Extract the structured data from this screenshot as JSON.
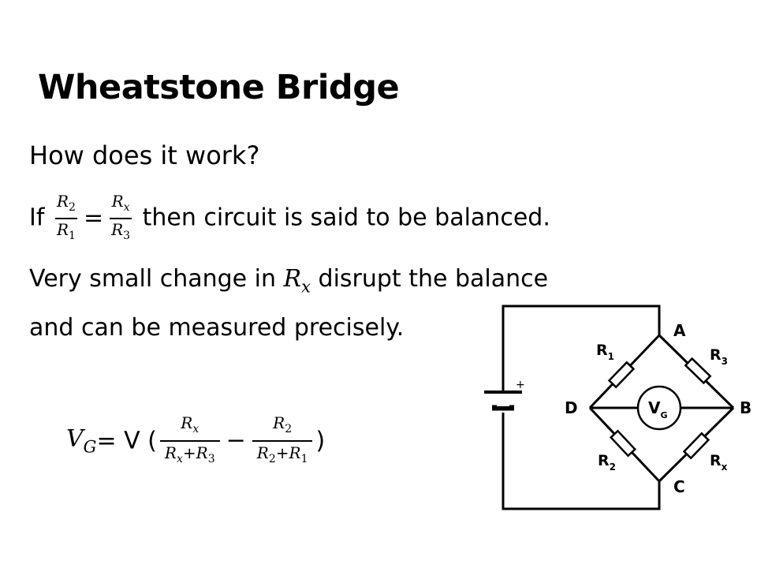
{
  "slide": {
    "title": "Wheatstone Bridge",
    "question": "How does it work?",
    "balance": {
      "prefix": "If",
      "lhs_num": "R",
      "lhs_num_sub": "2",
      "lhs_den": "R",
      "lhs_den_sub": "1",
      "equals": "=",
      "rhs_num": "R",
      "rhs_num_sub": "x",
      "rhs_den": "R",
      "rhs_den_sub": "3",
      "suffix": " then circuit is said to be balanced."
    },
    "sensitivity": {
      "prefix": "Very small change in ",
      "var": "R",
      "var_sub": "x",
      "suffix": " disrupt the balance"
    },
    "precision": "and can be measured precisely.",
    "formula": {
      "lhs": "V",
      "lhs_sub": "G",
      "mid": "= V (",
      "f1_num": "R",
      "f1_num_sub": "x",
      "f1_den": "R",
      "f1_den_sub1": "x",
      "f1_den_plus": "+R",
      "f1_den_sub2": "3",
      "minus": "−",
      "f2_num": "R",
      "f2_num_sub": "2",
      "f2_den": "R",
      "f2_den_sub1": "2",
      "f2_den_plus": "+R",
      "f2_den_sub2": "1",
      "close": ")"
    }
  },
  "circuit": {
    "node_a": "A",
    "node_b": "B",
    "node_c": "C",
    "node_d": "D",
    "r1": "R",
    "r1_sub": "1",
    "r2": "R",
    "r2_sub": "2",
    "r3": "R",
    "r3_sub": "3",
    "rx": "R",
    "rx_sub": "x",
    "galvanometer": "V",
    "galvanometer_sub": "G",
    "battery_plus": "+"
  }
}
